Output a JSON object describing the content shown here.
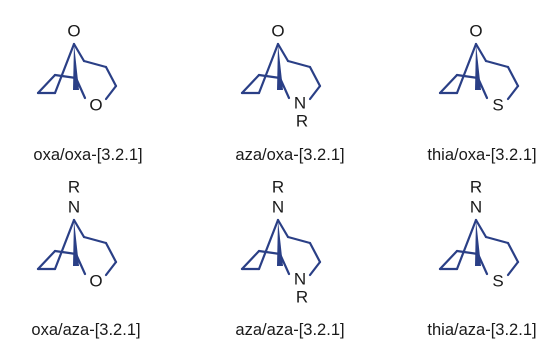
{
  "structures": [
    {
      "top_atom": "O",
      "top_sub": "",
      "ring_atom": "O",
      "ring_sub": "",
      "caption": "oxa/oxa-[3.2.1]"
    },
    {
      "top_atom": "O",
      "top_sub": "",
      "ring_atom": "N",
      "ring_sub": "R",
      "caption": "aza/oxa-[3.2.1]"
    },
    {
      "top_atom": "O",
      "top_sub": "",
      "ring_atom": "S",
      "ring_sub": "",
      "caption": "thia/oxa-[3.2.1]"
    },
    {
      "top_atom": "N",
      "top_sub": "R",
      "ring_atom": "O",
      "ring_sub": "",
      "caption": "oxa/aza-[3.2.1]"
    },
    {
      "top_atom": "N",
      "top_sub": "R",
      "ring_atom": "N",
      "ring_sub": "R",
      "caption": "aza/aza-[3.2.1]"
    },
    {
      "top_atom": "N",
      "top_sub": "R",
      "ring_atom": "S",
      "ring_sub": "",
      "caption": "thia/aza-[3.2.1]"
    }
  ],
  "colors": {
    "bond": "#2a3f86",
    "text": "#1a1a1a"
  }
}
